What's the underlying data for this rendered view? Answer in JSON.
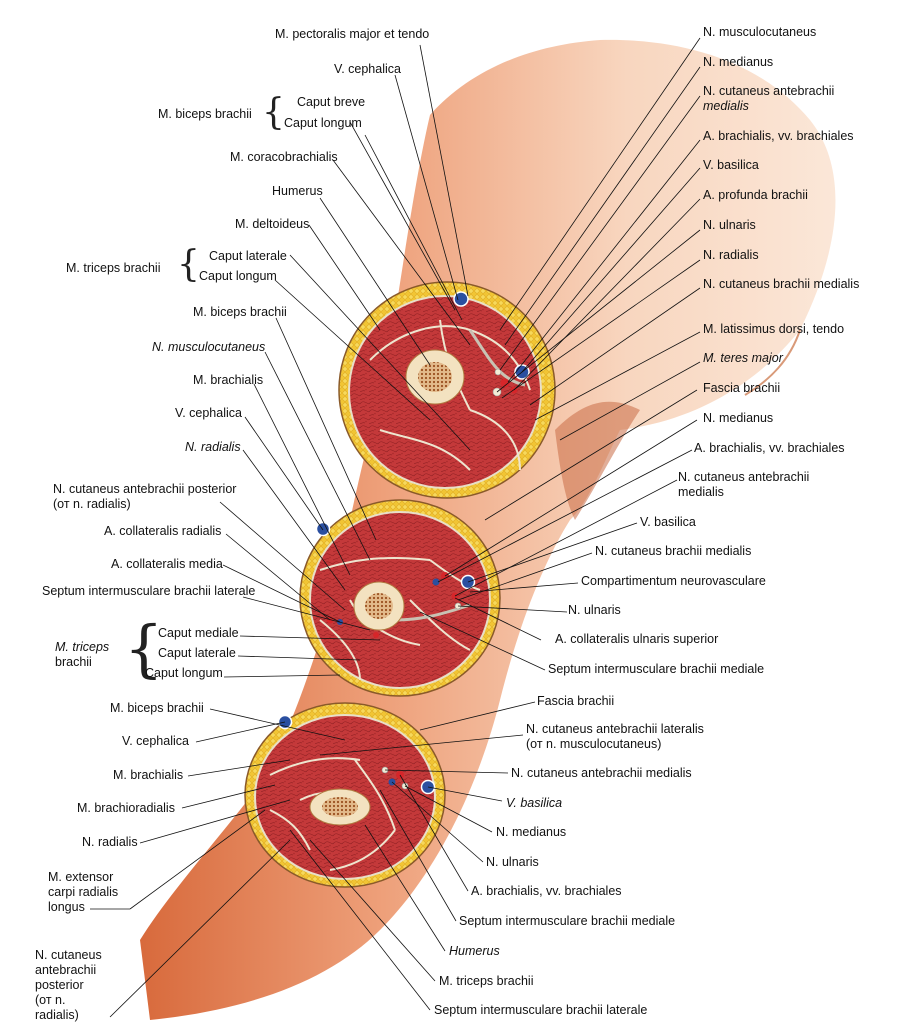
{
  "colors": {
    "skin_light": "#f7dcc6",
    "skin_mid": "#eeab80",
    "skin_dark": "#d46a3c",
    "fat": "#f0c230",
    "muscle": "#c4393a",
    "bone": "#f3e2c0",
    "marrow": "#b86a2c",
    "artery": "#d6262a",
    "vein": "#2a4fa0",
    "nerve": "#f2ecd6"
  },
  "top": {
    "pectoralis": "M. pectoralis major et tendo",
    "cephalica": "V. cephalica",
    "biceps_group": "M. biceps brachii",
    "caput_breve": "Caput breve",
    "caput_longum": "Caput longum",
    "coracobrachialis": "M. coracobrachialis",
    "humerus": "Humerus",
    "deltoideus": "M. deltoideus",
    "triceps_group": "M. triceps brachii",
    "caput_laterale": "Caput laterale",
    "caput_longum2": "Caput longum",
    "musculocutaneus_r": "N. musculocutaneus",
    "medianus_r": "N. medianus",
    "cut_ant_med_r": "N. cutaneus antebrachii",
    "cut_ant_med_r2": "medialis",
    "a_brach_r": "A. brachialis, vv. brachiales",
    "basilica_r": "V. basilica",
    "profunda_r": "A. profunda brachii",
    "ulnaris_r": "N. ulnaris",
    "radialis_r": "N. radialis",
    "cut_brach_med_r": "N. cutaneus brachii medialis",
    "latissimus_r": "M. latissimus dorsi, tendo",
    "teres_r": "M. teres major"
  },
  "mid": {
    "biceps": "M. biceps brachii",
    "musculocutaneus": "N. musculocutaneus",
    "brachialis": "M. brachialis",
    "cephalica": "V. cephalica",
    "radialis": "N. radialis",
    "cut_ant_post": "N. cutaneus antebrachii posterior",
    "cut_ant_post2": "(от n. radialis)",
    "coll_rad": "A. collateralis radialis",
    "coll_med": "A. collateralis media",
    "septum_lat": "Septum  intermusculare brachii laterale",
    "triceps_group": "M. triceps",
    "triceps_group2": "brachii",
    "caput_mediale": "Caput mediale",
    "caput_laterale": "Caput laterale",
    "caput_longum": "Caput longum",
    "fascia_r": "Fascia brachii",
    "medianus_r": "N. medianus",
    "a_brach_r": "A. brachialis, vv. brachiales",
    "cut_ant_med_r": "N. cutaneus antebrachii",
    "cut_ant_med_r2": "medialis",
    "basilica_r": "V. basilica",
    "cut_brach_med_r": "N. cutaneus brachii medialis",
    "compart_r": "Compartimentum neurovasculare",
    "ulnaris_r": "N. ulnaris",
    "coll_uln_r": "A. collateralis ulnaris superior",
    "septum_med_r": "Septum intermusculare brachii mediale"
  },
  "bottom": {
    "biceps": "M. biceps brachii",
    "cephalica": "V. cephalica",
    "brachialis": "M. brachialis",
    "brachioradialis": "M. brachioradialis",
    "radialis": "N. radialis",
    "extensor": "M. extensor",
    "extensor2": "carpi radialis",
    "extensor3": "longus",
    "cut_post": "N. cutaneus",
    "cut_post2": "antebrachii",
    "cut_post3": "posterior",
    "cut_post4": "(от n.",
    "cut_post5": "radialis)",
    "fascia_r": "Fascia brachii",
    "cut_ant_lat_r": "N. cutaneus antebrachii lateralis",
    "cut_ant_lat_r2": "(от n. musculocutaneus)",
    "cut_ant_med_r": "N. cutaneus antebrachii medialis",
    "basilica_r": "V. basilica",
    "medianus_r": "N. medianus",
    "ulnaris_r": "N. ulnaris",
    "a_brach_r": "A. brachialis, vv. brachiales",
    "septum_med_r": "Septum intermusculare brachii mediale",
    "humerus_r": "Humerus",
    "triceps_r": "M. triceps brachii",
    "septum_lat_r": "Septum intermusculare brachii laterale"
  }
}
